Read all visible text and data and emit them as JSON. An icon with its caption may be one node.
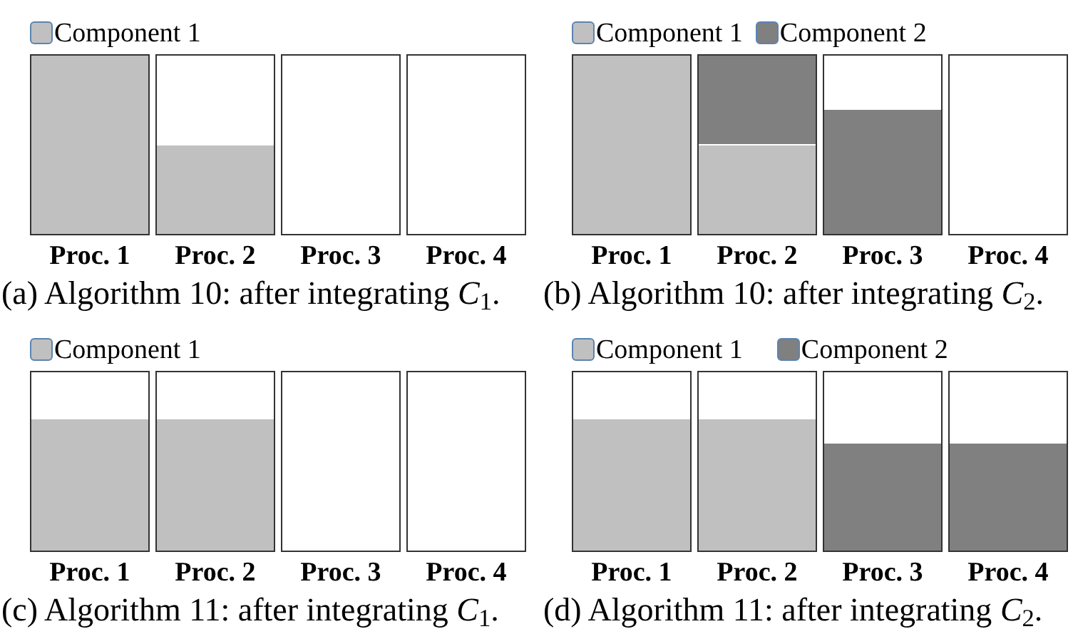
{
  "diagram": {
    "nodes": [
      {
        "text": [],
        "shape": "bar",
        "beside": [
          "Proc. 1"
        ]
      },
      {
        "text": [],
        "shape": "bar",
        "beside": [
          "Proc. 2"
        ]
      },
      {
        "text": [],
        "shape": "bar",
        "beside": [
          "Proc. 3"
        ]
      },
      {
        "text": [],
        "shape": "bar",
        "beside": [
          "Proc. 4"
        ]
      },
      {
        "text": [],
        "shape": "bar",
        "beside": [
          "Proc. 1"
        ]
      },
      {
        "text": [],
        "shape": "bar",
        "beside": [
          "Proc. 2"
        ]
      },
      {
        "text": [],
        "shape": "bar",
        "beside": [
          "Proc. 3"
        ]
      },
      {
        "text": [],
        "shape": "bar",
        "beside": [
          "Proc. 4"
        ]
      },
      {
        "text": [],
        "shape": "bar",
        "beside": [
          "Proc. 1"
        ]
      },
      {
        "text": [],
        "shape": "bar",
        "beside": [
          "Proc. 2"
        ]
      },
      {
        "text": [],
        "shape": "bar",
        "beside": [
          "Proc. 3"
        ]
      },
      {
        "text": [],
        "shape": "bar",
        "beside": [
          "Proc. 4"
        ]
      },
      {
        "text": [],
        "shape": "bar",
        "beside": [
          "Proc. 1"
        ]
      },
      {
        "text": [],
        "shape": "bar",
        "beside": [
          "Proc. 2"
        ]
      },
      {
        "text": [],
        "shape": "bar",
        "beside": [
          "Proc. 3"
        ]
      },
      {
        "text": [],
        "shape": "bar",
        "beside": [
          "Proc. 4"
        ]
      }
    ],
    "labels": [
      "(a) Algorithm 10: after integrating *C*$_{1}$.",
      "(b) Algorithm 10: after integrating *C*$_{2}$.",
      "(c) Algorithm 11: after integrating *C*$_{1}$.",
      "(d) Algorithm 11: after integrating *C*$_{2}$."
    ],
    "legend": [
      {
        "text": "Component 1",
        "color": "#c0c0c0"
      },
      {
        "text": "Component 1",
        "color": "#c0c0c0"
      },
      {
        "text": "Component 2",
        "color": "#808080"
      },
      {
        "text": "Component 1",
        "color": "#c0c0c0"
      },
      {
        "text": "Component 1",
        "color": "#c0c0c0"
      },
      {
        "text": "Component 2",
        "color": "#808080"
      }
    ]
  }
}
